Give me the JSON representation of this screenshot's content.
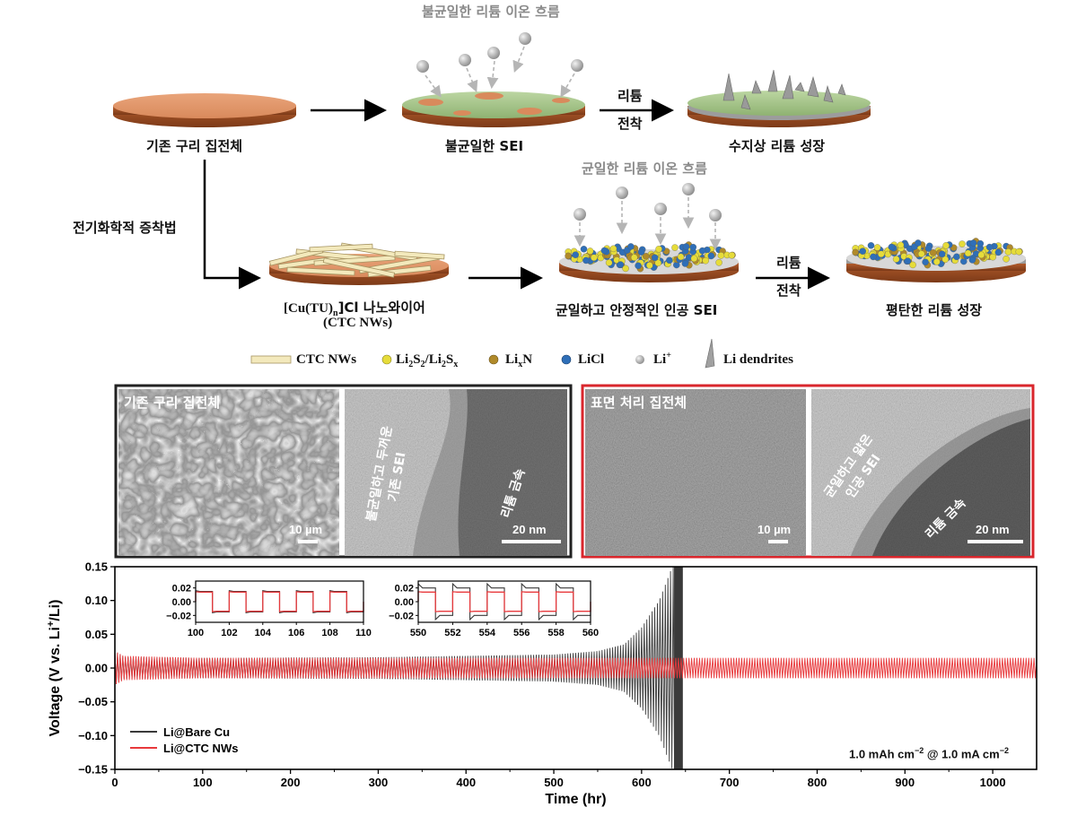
{
  "schematic": {
    "nonuniform_flux": "불균일한 리튬 이온 흐름",
    "uniform_flux": "균일한 리튬 이온 흐름",
    "bare_cu": "기존 구리 집전체",
    "nonuniform_sei": "불균일한 SEI",
    "dendrite_growth": "수지상 리튬 성장",
    "deposit_top_1": "리튬",
    "deposit_top_2": "전착",
    "method": "전기화학적 증착법",
    "ctc_line1_a": "[Cu(TU)",
    "ctc_line1_sub": "n",
    "ctc_line1_b": "]Cl 나노와이어",
    "ctc_line2": "(CTC NWs)",
    "artificial_sei": "균일하고 안정적인 인공 SEI",
    "deposit_bot_1": "리튬",
    "deposit_bot_2": "전착",
    "flat_growth": "평탄한 리튬 성장"
  },
  "legend": {
    "ctc": "CTC NWs",
    "li2s_a": "Li",
    "li2s_sub1": "2",
    "li2s_b": "S",
    "li2s_sub2": "2",
    "li2s_c": "/Li",
    "li2s_sub3": "2",
    "li2s_d": "S",
    "li2s_sub4": "x",
    "lixn_a": "Li",
    "lixn_sub": "x",
    "lixn_b": "N",
    "licl": "LiCl",
    "liplus_a": "Li",
    "liplus_sup": "+",
    "dendrites": "Li dendrites",
    "colors": {
      "li2s": "#e6dc3a",
      "lixn": "#b08a2a",
      "licl": "#2f6fb8",
      "liplus": "#bdbdbd"
    }
  },
  "micrographs": {
    "left_title": "기존 구리 집전체",
    "left_sem_scale": "10 µm",
    "left_tem_sei": "불균일하고 두꺼운",
    "left_tem_sei2": "기존 SEI",
    "left_tem_metal": "리튬 금속",
    "left_tem_scale": "20 nm",
    "right_title": "표면 처리 집전체",
    "right_sem_scale": "10 µm",
    "right_tem_sei": "균일하고 얇은",
    "right_tem_sei2": "인공 SEI",
    "right_tem_metal": "리튬 금속",
    "right_tem_scale": "20 nm",
    "frame_colors": {
      "left": "#222222",
      "right": "#d9262c"
    }
  },
  "chart_data": {
    "type": "line",
    "xlabel": "Time (hr)",
    "ylabel": "Voltage (V vs. Li+/Li)",
    "xlim": [
      0,
      1050
    ],
    "ylim": [
      -0.15,
      0.15
    ],
    "xticks": [
      0,
      100,
      200,
      300,
      400,
      500,
      600,
      700,
      800,
      900,
      1000
    ],
    "yticks": [
      "0.15",
      "0.10",
      "0.05",
      "0.00",
      "-0.05",
      "-0.10",
      "-0.15"
    ],
    "annotation": "1.0 mAh cm-2 @ 1.0 mA cm-2",
    "series": [
      {
        "name": "Li@Bare Cu",
        "color": "#3a3a3a",
        "envelope_x": [
          0,
          10,
          100,
          300,
          500,
          550,
          580,
          600,
          620,
          635,
          645
        ],
        "envelope_amp": [
          0.025,
          0.016,
          0.015,
          0.016,
          0.02,
          0.025,
          0.035,
          0.06,
          0.1,
          0.15,
          0.15
        ],
        "short_circuit_x": 647
      },
      {
        "name": "Li@CTC NWs",
        "color": "#e8393c",
        "envelope_x": [
          0,
          10,
          100,
          500,
          1050
        ],
        "envelope_amp": [
          0.025,
          0.018,
          0.015,
          0.015,
          0.015
        ]
      }
    ],
    "insets": [
      {
        "xlim": [
          100,
          110
        ],
        "xticks": [
          100,
          102,
          104,
          106,
          108,
          110
        ],
        "yticks": [
          "0.02",
          "0.00",
          "-0.02"
        ],
        "ylim": [
          -0.03,
          0.03
        ],
        "bare_amp": 0.015,
        "ctc_amp": 0.014,
        "period": 2
      },
      {
        "xlim": [
          550,
          560
        ],
        "xticks": [
          550,
          552,
          554,
          556,
          558,
          560
        ],
        "yticks": [
          "0.02",
          "0.00",
          "-0.02"
        ],
        "ylim": [
          -0.03,
          0.03
        ],
        "bare_amp": 0.02,
        "ctc_amp": 0.014,
        "period": 2
      }
    ]
  }
}
